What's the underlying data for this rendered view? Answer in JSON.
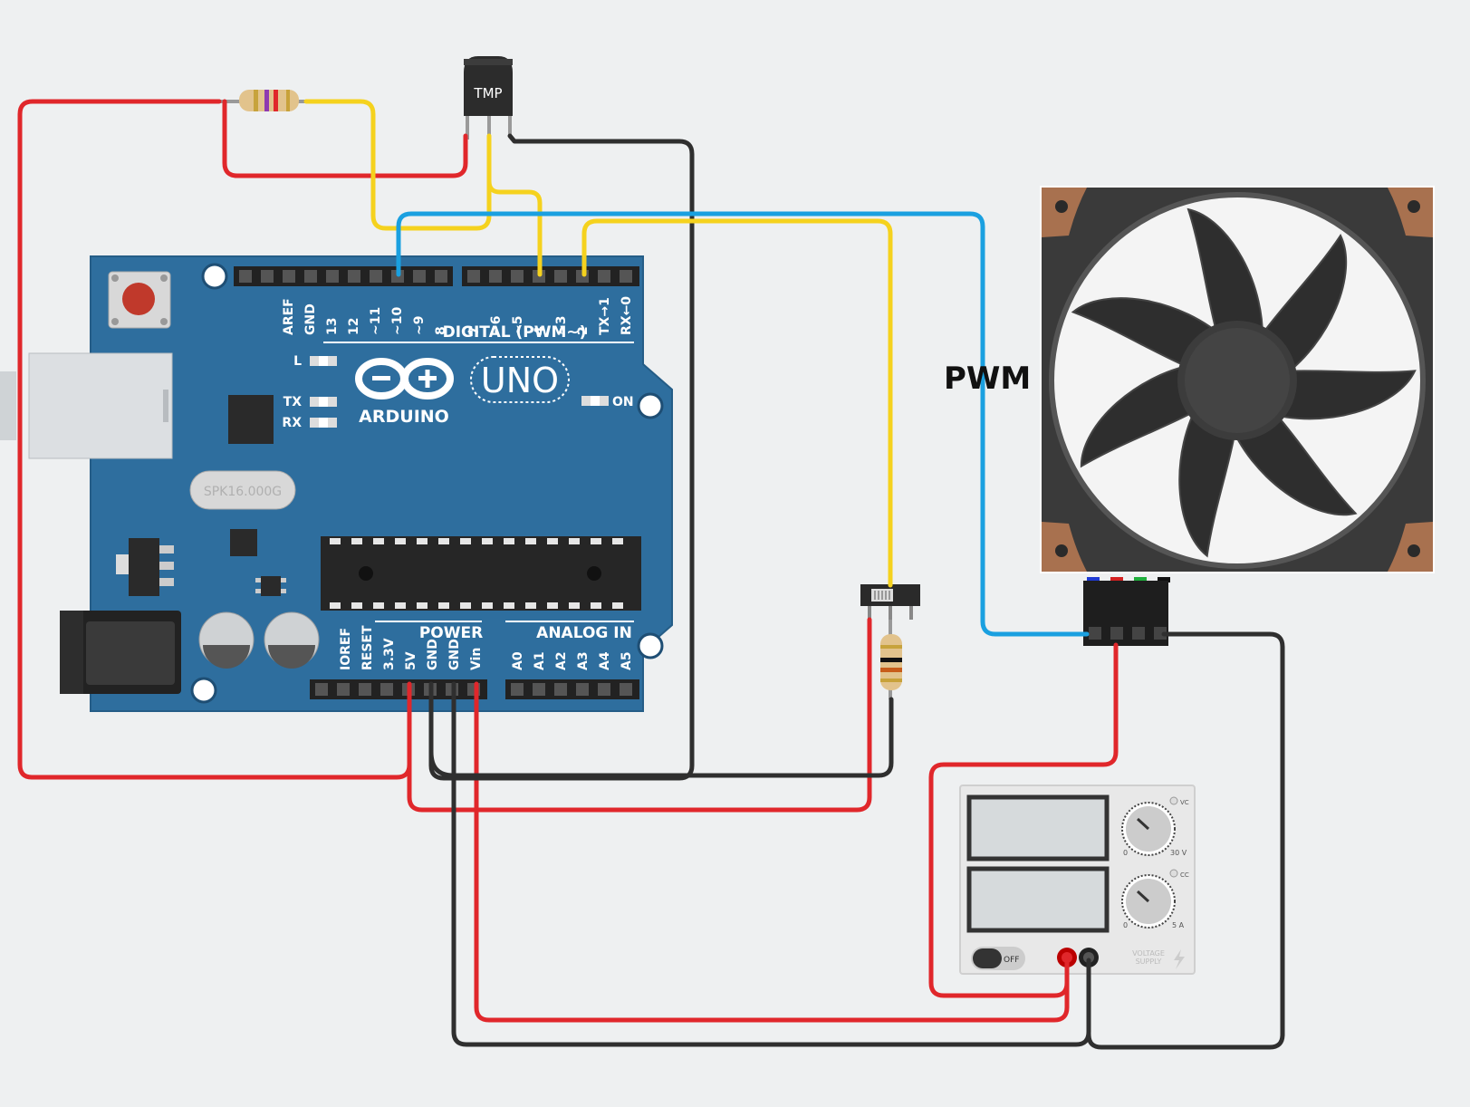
{
  "annotation": {
    "pwm": "PWM"
  },
  "sensor": {
    "label": "TMP"
  },
  "board": {
    "brand": "ARDUINO",
    "model": "UNO",
    "crystal": "SPK16.000G",
    "leds": {
      "l": "L",
      "tx": "TX",
      "rx": "RX",
      "on": "ON"
    },
    "digital_title": "DIGITAL (PWM~)",
    "power_title": "POWER",
    "analog_title": "ANALOG IN",
    "digital_pins_left": [
      "AREF",
      "GND",
      "13",
      "12",
      "~11",
      "~10",
      "~9",
      "8"
    ],
    "digital_pins_right": [
      "7",
      "~6",
      "~5",
      "4",
      "~3",
      "2",
      "TX→1",
      "RX←0"
    ],
    "power_pins": [
      "IOREF",
      "RESET",
      "3.3V",
      "5V",
      "GND",
      "GND",
      "Vin"
    ],
    "analog_pins": [
      "A0",
      "A1",
      "A2",
      "A3",
      "A4",
      "A5"
    ]
  },
  "supply": {
    "v_min": "0",
    "v_max": "30 V",
    "a_min": "0",
    "a_max": "5 A",
    "vc": "VC",
    "cc": "CC",
    "power_state": "OFF",
    "brand_line1": "VOLTAGE",
    "brand_line2": "SUPPLY"
  },
  "colors": {
    "wire_red": "#e0272b",
    "wire_black": "#2f2f2f",
    "wire_yellow": "#f5d21e",
    "wire_blue": "#1aa0e0",
    "board_blue": "#2e6e9e",
    "background": "#eef0f1"
  }
}
